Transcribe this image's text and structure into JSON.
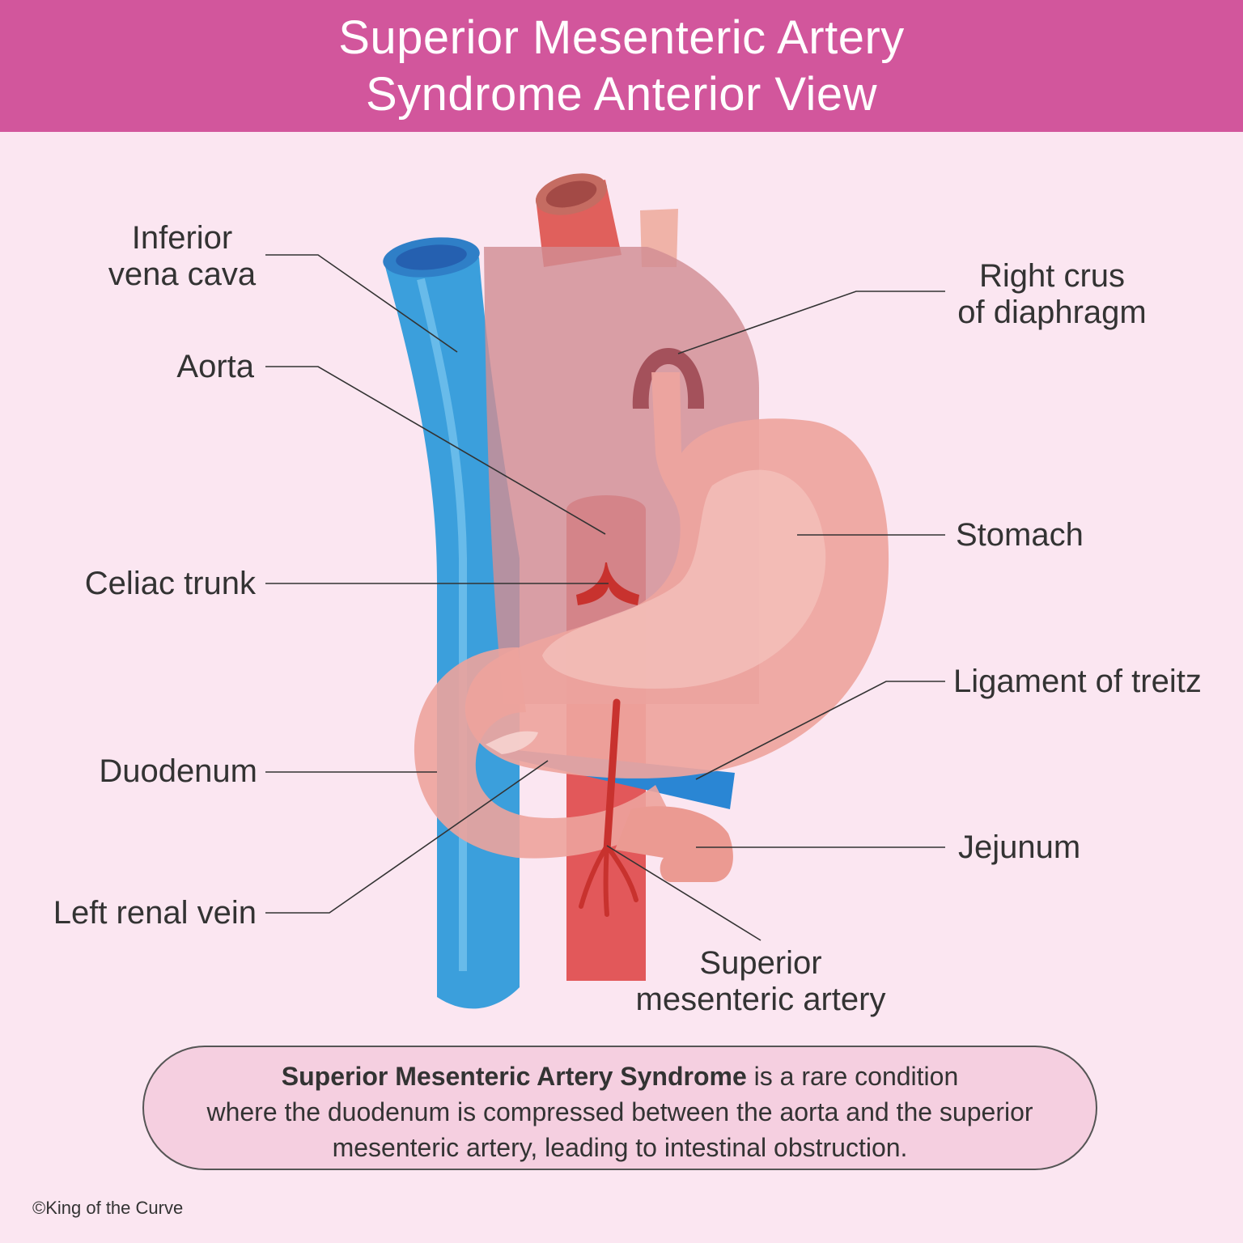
{
  "title": {
    "line1": "Superior Mesenteric Artery",
    "line2": "Syndrome Anterior View"
  },
  "labels": {
    "ivc_line1": "Inferior",
    "ivc_line2": "vena cava",
    "aorta": "Aorta",
    "celiac_trunk": "Celiac trunk",
    "duodenum": "Duodenum",
    "left_renal_vein": "Left renal vein",
    "right_crus_line1": "Right crus",
    "right_crus_line2": "of diaphragm",
    "stomach": "Stomach",
    "ligament": "Ligament of treitz",
    "jejunum": "Jejunum",
    "sma_line1": "Superior",
    "sma_line2": "mesenteric artery"
  },
  "info": {
    "bold": "Superior Mesenteric Artery Syndrome",
    "rest1": " is a rare condition",
    "line2": "where the duodenum is compressed between the aorta and the superior",
    "line3": "mesenteric artery, leading to intestinal obstruction."
  },
  "copyright": "©King of the Curve",
  "colors": {
    "header": "#d2569c",
    "background": "#fbe6f1",
    "vein_blue": "#3aa0dc",
    "artery_red": "#e2585a",
    "stomach_pink": "#eea6a0",
    "liver_mauve": "#d39aa0"
  }
}
